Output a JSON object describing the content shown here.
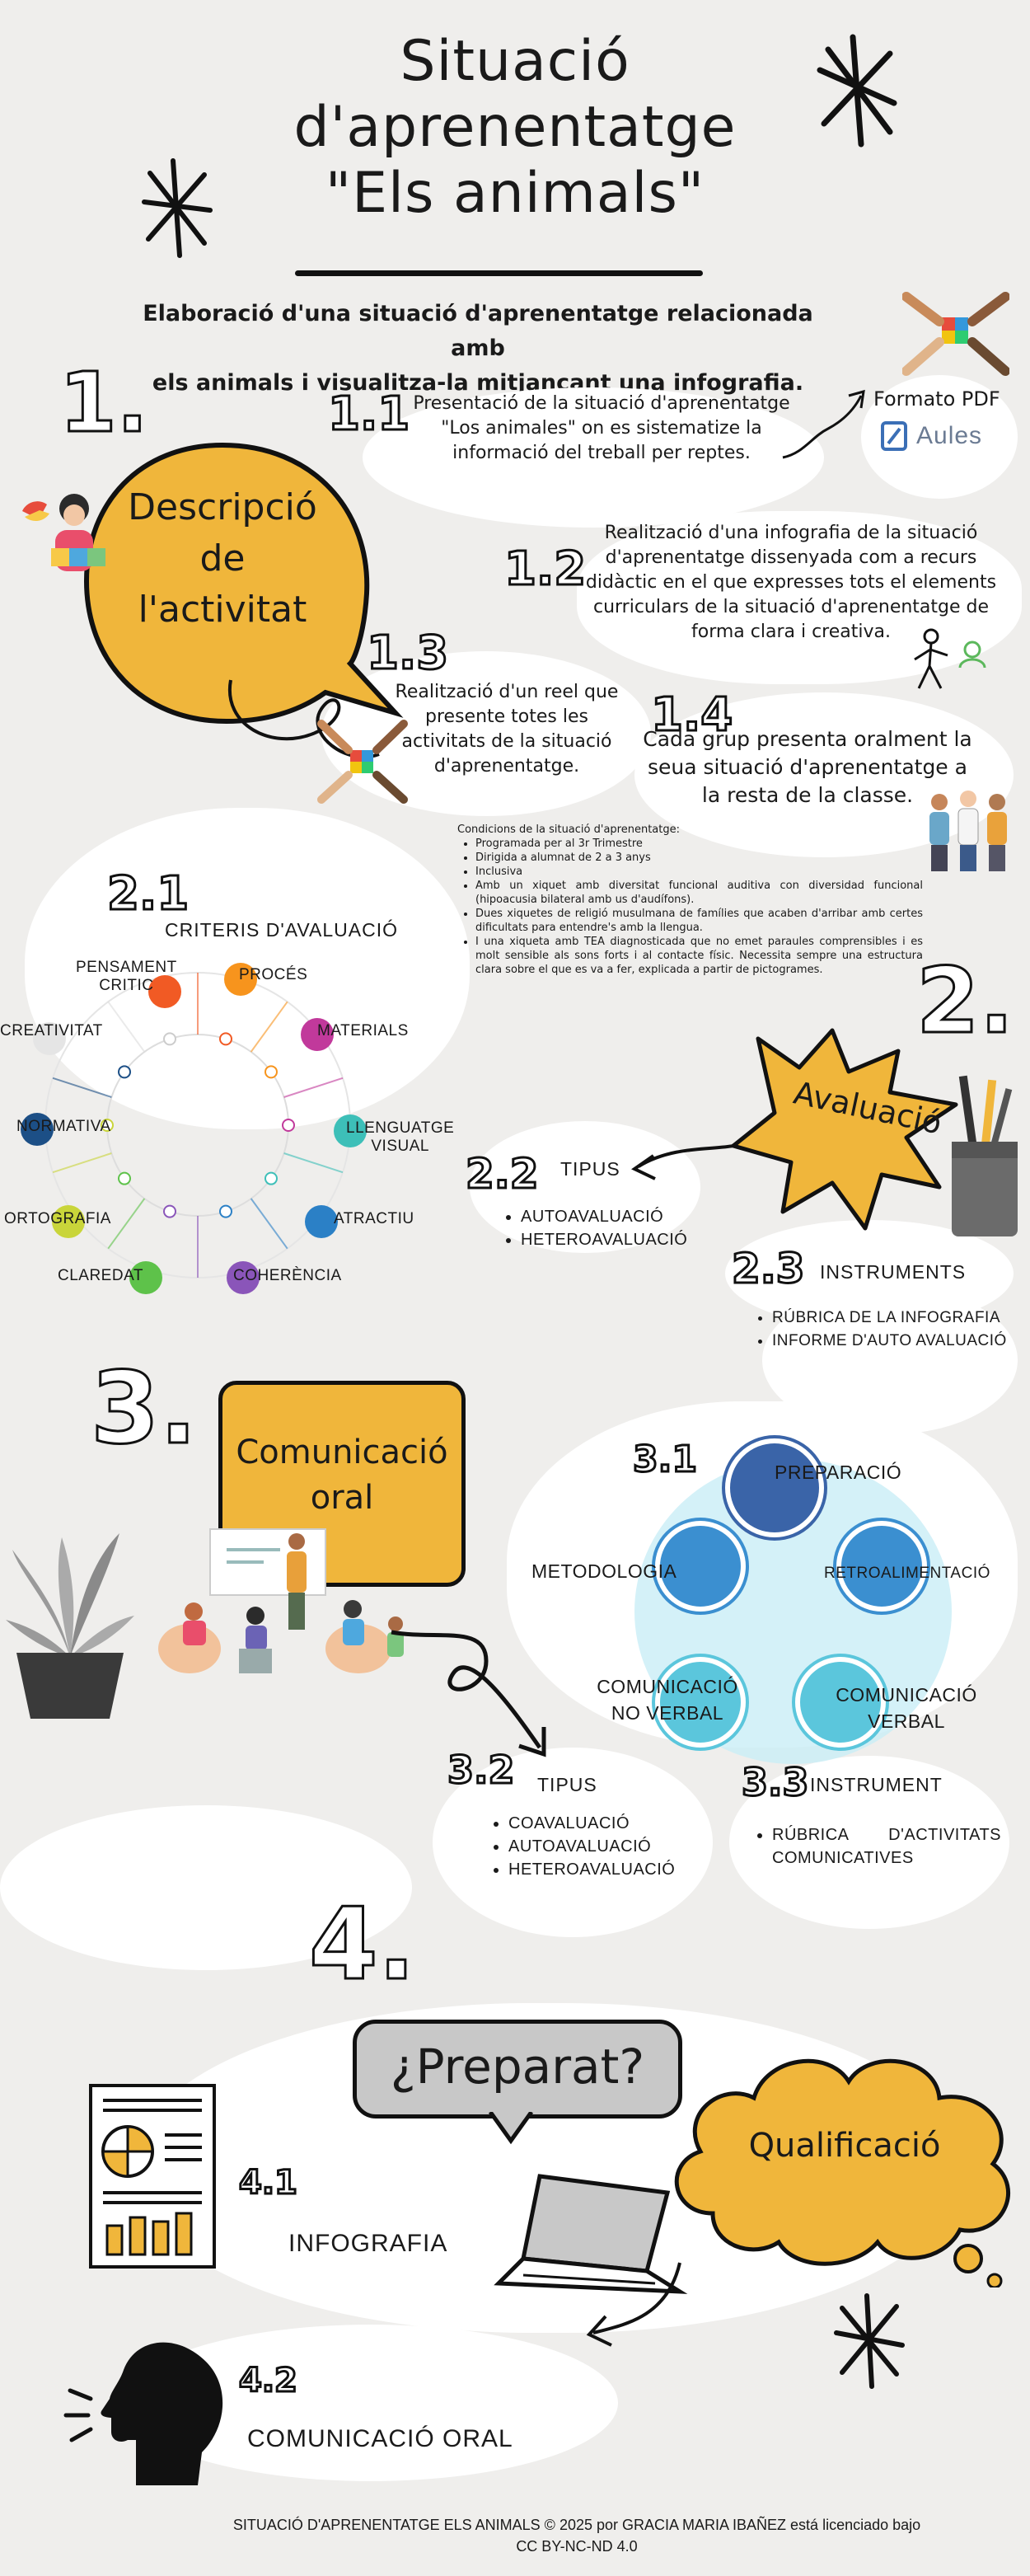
{
  "header": {
    "title_line1": "Situació",
    "title_line2": "d'aprenentatge",
    "title_line3": "\"Els animals\"",
    "subtitle_line1": "Elaboració d'una situació d'aprenentatge relacionada amb",
    "subtitle_line2": "els animals i visualitza-la mitjançant una infografia."
  },
  "section1": {
    "number": "1.",
    "bubble_line1": "Descripció",
    "bubble_line2": "de",
    "bubble_line3": "l'activitat",
    "s11_num": "1.1",
    "s11_line1": "Presentació de la situació d'aprenentatge",
    "s11_line2": "\"Los animales\" on es sistematize la",
    "s11_line3": "informació del treball per reptes.",
    "format_label": "Formato PDF",
    "aules_label": "Aules",
    "s12_num": "1.2",
    "s12_line1": "Realització d'una infografia  de la situació",
    "s12_line2": "d'aprenentatge dissenyada com a recurs",
    "s12_line3": "didàctic en el que expresses tots el elements",
    "s12_line4": "curriculars de la situació d'aprenentatge de",
    "s12_line5": "forma clara i creativa.",
    "s13_num": "1.3",
    "s13_line1": "Realització d'un reel que",
    "s13_line2": "presente totes les",
    "s13_line3": "activitats de la situació",
    "s13_line4": "d'aprenentatge.",
    "s14_num": "1.4",
    "s14_line1": "Cada grup presenta oralment la",
    "s14_line2": "seua situació d'aprenentatge a",
    "s14_line3": "la resta de la classe."
  },
  "conditions": {
    "heading": "Condicions de la situació d'aprenentatge:",
    "items": [
      "Programada per al 3r Trimestre",
      "Dirigida a alumnat de 2 a 3 anys",
      "Inclusiva",
      "Amb un xiquet amb diversitat funcional auditiva con diversidad funcional (hipoacusia bilateral amb us d'audífons).",
      "Dues xiquetes de religió musulmana de famílies que acaben d'arribar amb certes dificultats para entendre's amb la llengua.",
      "I una xiqueta amb TEA diagnosticada que no emet paraules comprensibles i es molt sensible als sons forts i al contacte físic. Necessita sempre una estructura clara sobre el que es va a fer, explicada a partir de pictogrames."
    ]
  },
  "section2": {
    "number": "2.",
    "badge": "Avaluació",
    "s21_num": "2.1",
    "criteria_title": "CRITERIS D'AVALUACIÓ",
    "criteria": [
      {
        "label": "PENSAMENT\nCRITIC",
        "color": "#f15a24"
      },
      {
        "label": "PROCÉS",
        "color": "#f7941d"
      },
      {
        "label": "MATERIALS",
        "color": "#c1399b"
      },
      {
        "label": "LLENGUATGE\nVISUAL",
        "color": "#3dbfb8"
      },
      {
        "label": "ATRACTIU",
        "color": "#2b80c6"
      },
      {
        "label": "COHERÈNCIA",
        "color": "#8a55b9"
      },
      {
        "label": "CLAREDAT",
        "color": "#5ec24a"
      },
      {
        "label": "ORTOGRAFIA",
        "color": "#c9d53a"
      },
      {
        "label": "NORMATIVA",
        "color": "#1c4f86"
      },
      {
        "label": "CREATIVITAT",
        "color": "#e5e5e5"
      }
    ],
    "s22_num": "2.2",
    "s22_title": "TIPUS",
    "s22_items": [
      "AUTOAVALUACIÓ",
      "HETEROAVALUACIÓ"
    ],
    "s23_num": "2.3",
    "s23_title": "INSTRUMENTS",
    "s23_items": [
      "RÚBRICA DE LA INFOGRAFIA",
      "INFORME D'AUTO AVALUACIÓ"
    ]
  },
  "section3": {
    "number": "3.",
    "card_line1": "Comunicació",
    "card_line2": "oral",
    "s31_num": "3.1",
    "cycle": [
      "PREPARACIÓ",
      "RETROALIMENTACIÓ",
      "COMUNICACIÓ\nVERBAL",
      "COMUNICACIÓ\nNO VERBAL",
      "METODOLOGIA"
    ],
    "s32_num": "3.2",
    "s32_title": "TIPUS",
    "s32_items": [
      "COAVALUACIÓ",
      "AUTOAVALUACIÓ",
      "HETEROAVALUACIÓ"
    ],
    "s33_num": "3.3",
    "s33_title": "INSTRUMENT",
    "s33_items": [
      "RÚBRICA D'ACTIVITATS COMUNICATIVES"
    ]
  },
  "section4": {
    "number": "4.",
    "ready": "¿Preparat?",
    "cloud": "Qualificació",
    "s41_num": "4.1",
    "s41_label": "INFOGRAFIA",
    "s42_num": "4.2",
    "s42_label": "COMUNICACIÓ ORAL"
  },
  "footer": {
    "line1": "SITUACIÓ D'APRENENTATGE ELS ANIMALS © 2025 por GRACIA MARIA IBAÑEZ está licenciado bajo",
    "line2": "CC BY-NC-ND 4.0"
  },
  "colors": {
    "background": "#efeeec",
    "accent_yellow": "#f0b63b",
    "cycle_dark": "#3a64a8",
    "cycle_mid": "#3b8fd0",
    "cycle_light": "#5bc6dc"
  }
}
